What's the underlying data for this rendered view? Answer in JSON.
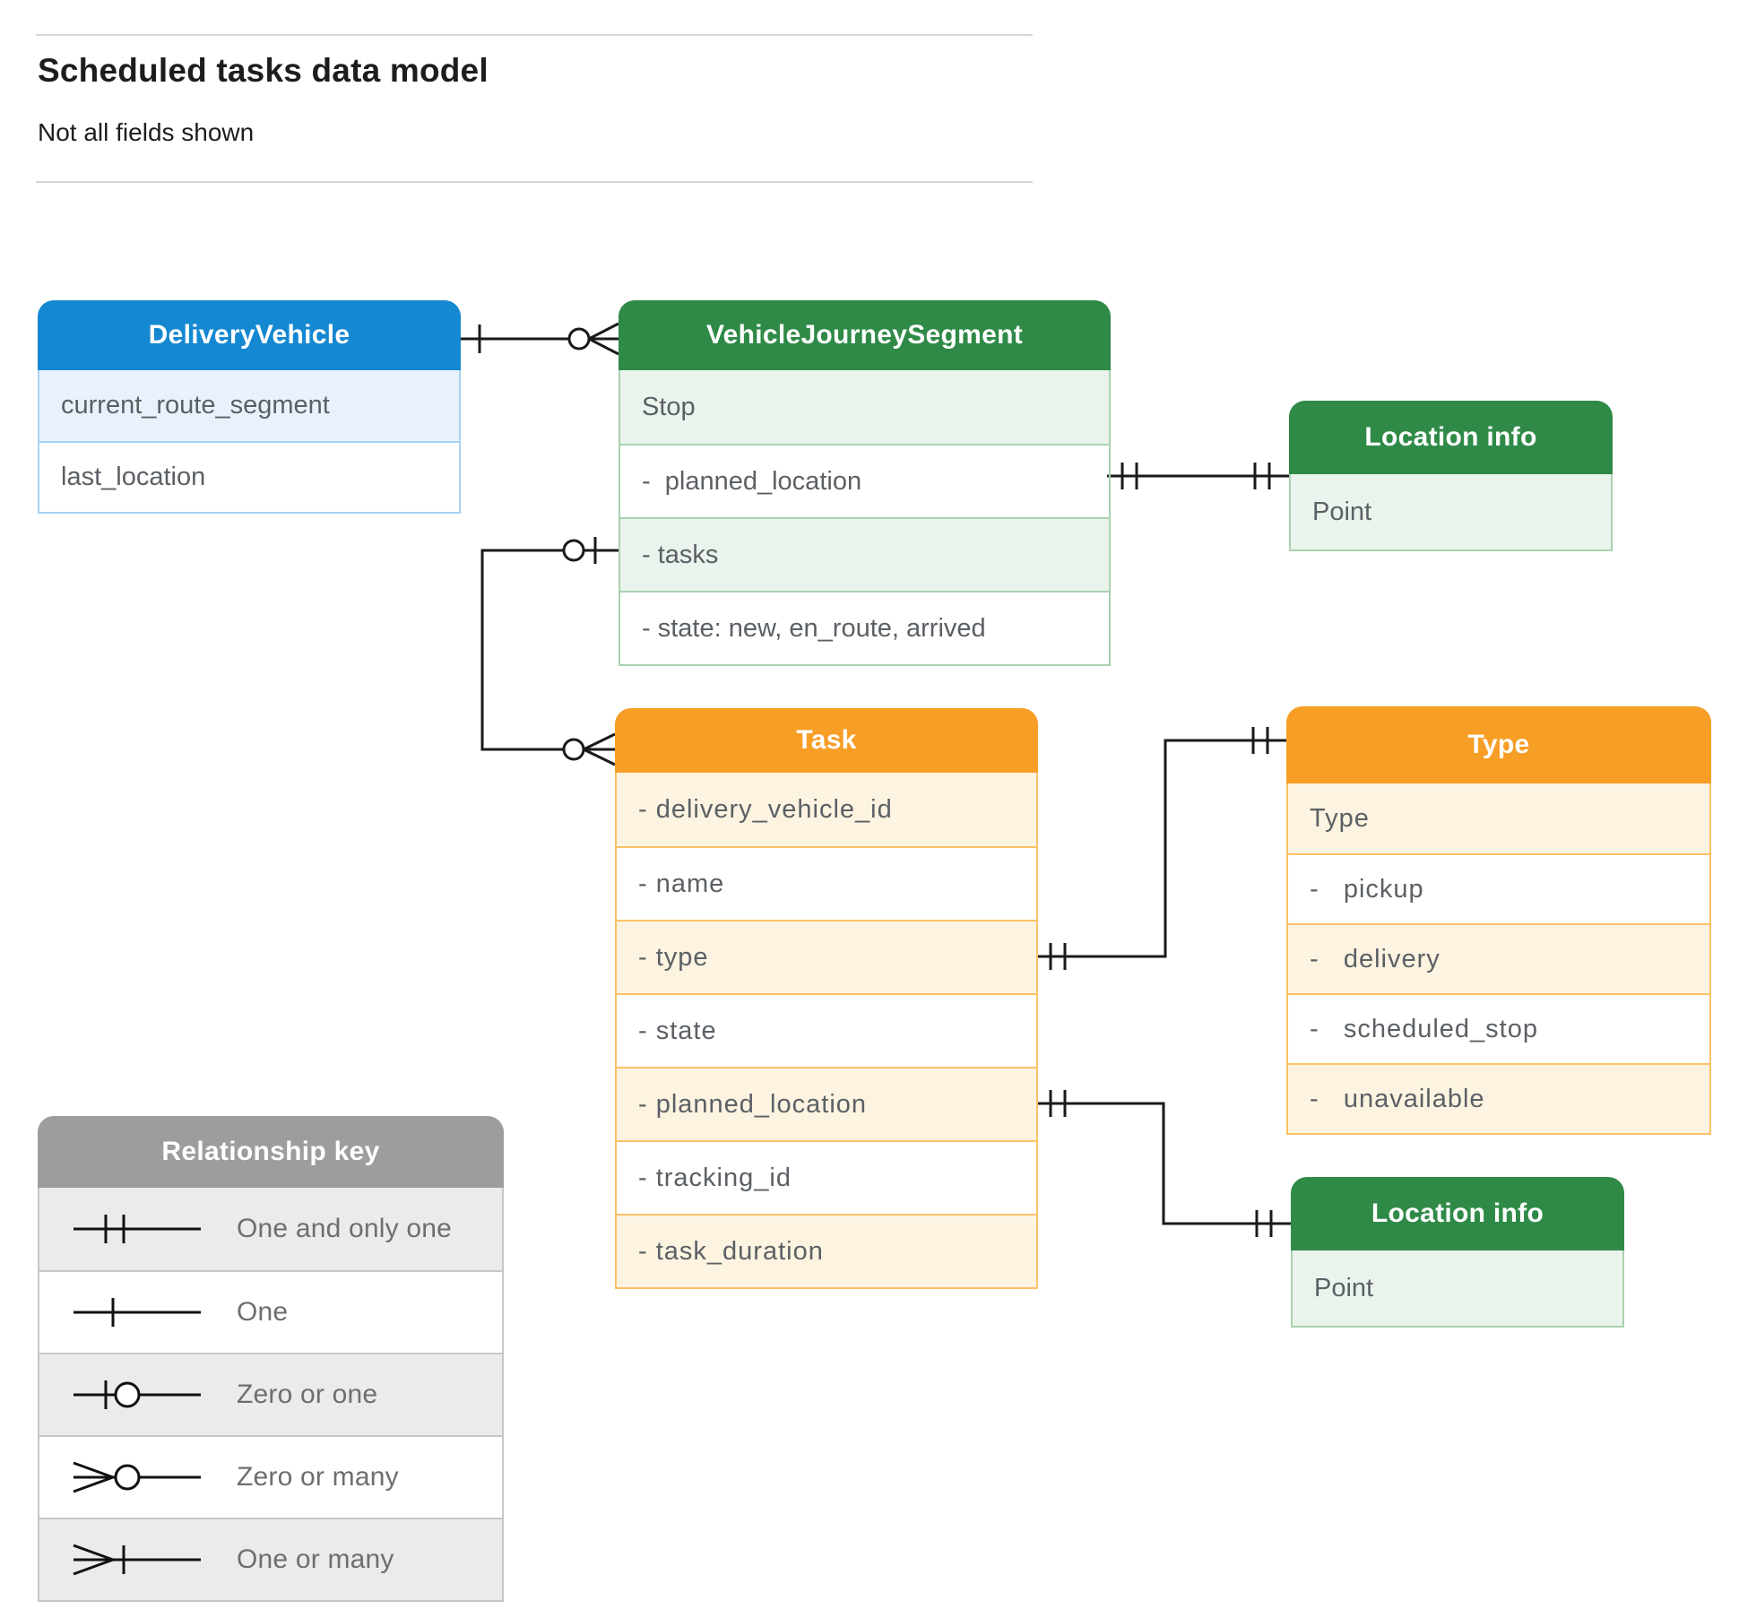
{
  "page": {
    "title": "Scheduled tasks data model",
    "subtitle": "Not all fields shown"
  },
  "entities": {
    "delivery_vehicle": {
      "title": "DeliveryVehicle",
      "rows": [
        "current_route_segment",
        "last_location"
      ]
    },
    "vehicle_journey_segment": {
      "title": "VehicleJourneySegment",
      "rows": [
        "Stop",
        "-  planned_location",
        "- tasks",
        "- state: new, en_route, arrived"
      ]
    },
    "location_info_top": {
      "title": "Location info",
      "rows": [
        "Point"
      ]
    },
    "task": {
      "title": "Task",
      "rows": [
        "- delivery_vehicle_id",
        "- name",
        "- type",
        "- state",
        "- planned_location",
        "- tracking_id",
        "- task_duration"
      ]
    },
    "type": {
      "title": "Type",
      "rows": [
        "Type",
        "-   pickup",
        "-   delivery",
        "-   scheduled_stop",
        "-   unavailable"
      ]
    },
    "location_info_bottom": {
      "title": "Location info",
      "rows": [
        "Point"
      ]
    }
  },
  "relationships": [
    {
      "from": "DeliveryVehicle",
      "to": "VehicleJourneySegment",
      "from_cardinality": "one",
      "to_cardinality": "zero-or-many"
    },
    {
      "from": "VehicleJourneySegment.tasks",
      "to": "Task",
      "from_cardinality": "zero-or-one",
      "to_cardinality": "zero-or-many"
    },
    {
      "from": "VehicleJourneySegment.planned_location",
      "to": "Location info",
      "from_cardinality": "one-and-only-one",
      "to_cardinality": "one-and-only-one"
    },
    {
      "from": "Task.type",
      "to": "Type",
      "from_cardinality": "one-and-only-one",
      "to_cardinality": "one-and-only-one"
    },
    {
      "from": "Task.planned_location",
      "to": "Location info",
      "from_cardinality": "one-and-only-one",
      "to_cardinality": "one-and-only-one"
    }
  ],
  "legend": {
    "title": "Relationship key",
    "items": [
      {
        "symbol": "one-and-only-one",
        "label": "One and only one"
      },
      {
        "symbol": "one",
        "label": "One"
      },
      {
        "symbol": "zero-or-one",
        "label": "Zero or one"
      },
      {
        "symbol": "zero-or-many",
        "label": "Zero or many"
      },
      {
        "symbol": "one-or-many",
        "label": "One or many"
      }
    ]
  },
  "colors": {
    "blue": "#1488d0",
    "blue_light": "#e9f2fc",
    "blue_border": "#a9d2f2",
    "green": "#2f8a47",
    "green_light": "#eaf3ec",
    "green_border": "#a9d2b0",
    "orange": "#f79e26",
    "orange_light": "#fdf3e1",
    "orange_border": "#fcc266",
    "gray": "#9d9d9d",
    "gray_light": "#ebebeb",
    "gray_border": "#c6c6c6",
    "line": "#1a1a1a",
    "text": "#5b6065",
    "title": "#1d1d1d",
    "rule": "#d6d6d6",
    "legend_text": "#6e6e6e"
  }
}
